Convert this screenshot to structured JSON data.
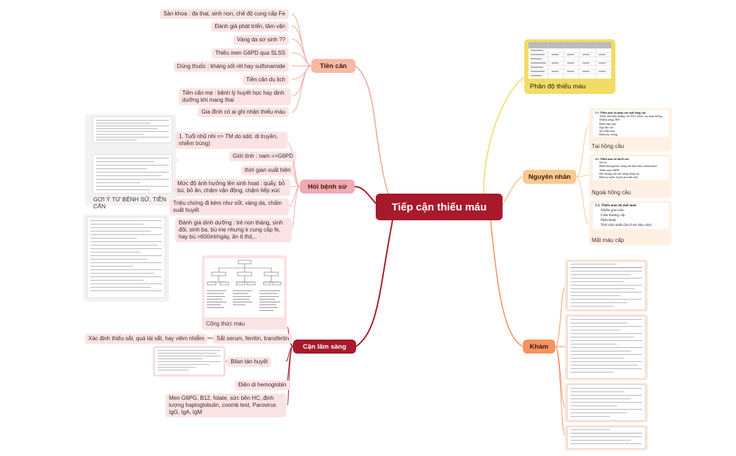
{
  "title": "Tiếp cận thiếu máu",
  "colors": {
    "central": "#a7192b",
    "tiencan": "#f7b9a4",
    "hoibenhsu": "#f2a9b0",
    "canlamsang": "#a7192b",
    "phando": "#f3dc66",
    "nguyennhan": "#fcc98e",
    "kham": "#f6925d",
    "topic_bg": "#fbe3e3"
  },
  "tien_can": {
    "label": "Tiền căn",
    "items": [
      "Sản khoa : đa thai, sinh non, chế độ cung cấp Fe",
      "Đánh giá phát triển, tâm vận",
      "Vàng da sơ sinh ??",
      "Thiếu men G6PD qua SLSS",
      "Dùng thuốc : kháng sốt rét hay sulfonamide",
      "Tiền căn du lịch",
      "Tiền căn mẹ : bệnh lý huyết học hay dinh dưỡng khi mang thai",
      "Gia đình có ai ghi nhận thiếu máu"
    ]
  },
  "hoi_benh_su": {
    "label": "Hỏi bệnh sử",
    "items": [
      "1. Tuổi nhũ nhi => TM do sdd, di truyền, nhiễm trùng)",
      "Giới tính : nam =>G6PD",
      "thời gian xuất hiện",
      "Mức độ ảnh hưởng lên sinh hoạt : quấy, bỏ bú, bỏ ăn, chậm vận động, chậm tiếp xúc",
      "Triệu chứng đi kèm như sốt, vàng da, chấm xuất huyết",
      "Đánh giá dinh dưỡng : trẻ non tháng, sinh đôi, sinh ba, bú mẹ nhưng k cung cấp fe, hay bú >600ml/ngày, ăn ít thịt,.."
    ],
    "image_caption": "GỢI Ý TỪ BỆNH SỬ, TIỀN CĂN"
  },
  "can_lam_sang": {
    "label": "Cận lâm sàng",
    "image_caption": "Công thức máu",
    "items": [
      "Sắt serum, ferritin, transfertin",
      "Bilan tán huyết",
      "Điện di hemoglobin",
      "Men G6PG, B12, folate, sức bền HC, định lượng haptoglobulin, coomb test, Parovirus IgG, IgA, IgM"
    ],
    "sat_serum_note": "Xác định thiếu sắt, quá tải sắt, hay viêm nhiễm"
  },
  "phan_do": {
    "label": "Phân độ thiếu máu"
  },
  "nguyen_nhan": {
    "label": "Nguyên nhân",
    "groups": [
      {
        "label": "Tại hồng cầu",
        "heading": "5.1. Thiếu máu do giảm sản xuất hồng cầu",
        "lines": [
          "Thiếu chất dinh dưỡng: sắt, B12, folate, suy dinh dưỡng",
          "Nhiễm trùng: HIV",
          "Bệnh mạn tính",
          "Ngộ độc chì",
          "Suy thận mạn",
          "Bệnh tủy xương"
        ]
      },
      {
        "label": "Ngoài hồng cầu",
        "heading": "4.2. Thiếu máu do huyết tán",
        "lines": [
          "Sốt rét",
          "Bệnh hemoglobin: hồng cầu hình liềm, thalassemia",
          "Thiếu men G6PD",
          "Bất thường cấu trúc màng hồng cầu",
          "Bệnh tự miễn, huyết tán miễn dịch"
        ]
      },
      {
        "label": "Mất máu cấp",
        "heading": "5.3. Thiếu máu do mất máu",
        "lines": [
          "Nhiễm giun móc",
          "Chấn thương cấp",
          "Phẫu thuật",
          "Thời mãn nhiều lần (ở trẻ nằm viện)"
        ]
      }
    ]
  },
  "kham": {
    "label": "Khám"
  }
}
